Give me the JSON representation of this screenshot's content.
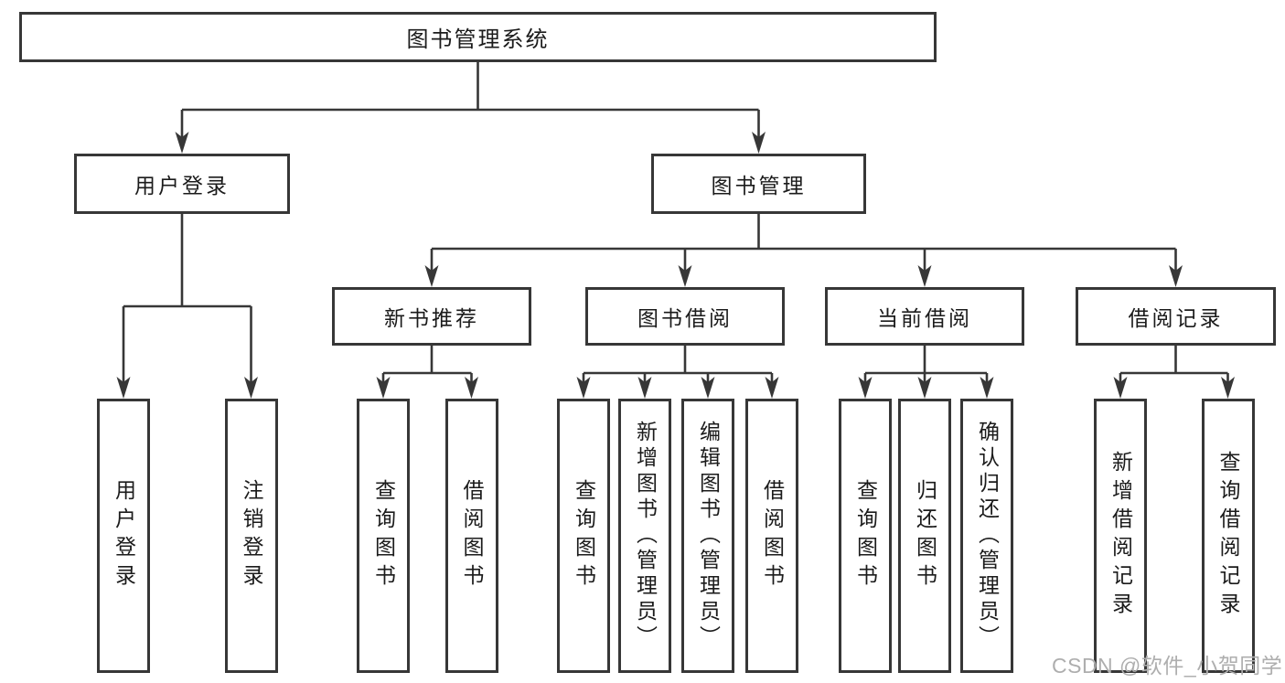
{
  "diagram": {
    "root": {
      "label": "图书管理系统"
    },
    "level2": [
      {
        "id": "user-login",
        "label": "用户登录"
      },
      {
        "id": "book-mgmt",
        "label": "图书管理"
      }
    ],
    "level3": [
      {
        "id": "new-book-rec",
        "label": "新书推荐"
      },
      {
        "id": "book-borrow",
        "label": "图书借阅"
      },
      {
        "id": "current-borrow",
        "label": "当前借阅"
      },
      {
        "id": "borrow-records",
        "label": "借阅记录"
      }
    ],
    "leaves": {
      "user_login": [
        "用户登录",
        "注销登录"
      ],
      "new_book_rec": [
        "查询图书",
        "借阅图书"
      ],
      "book_borrow": [
        "查询图书",
        "新增图书（管理员）",
        "编辑图书（管理员）",
        "借阅图书"
      ],
      "current_borrow": [
        "查询图书",
        "归还图书",
        "确认归还（管理员）"
      ],
      "borrow_records": [
        "新增借阅记录",
        "查询借阅记录"
      ]
    }
  },
  "watermark": {
    "text": "CSDN @软件_小贺同学",
    "color": "#aeaeae"
  },
  "colors": {
    "line": "#373737",
    "border": "#373737",
    "text": "#1b1b1b",
    "background": "#ffffff"
  }
}
